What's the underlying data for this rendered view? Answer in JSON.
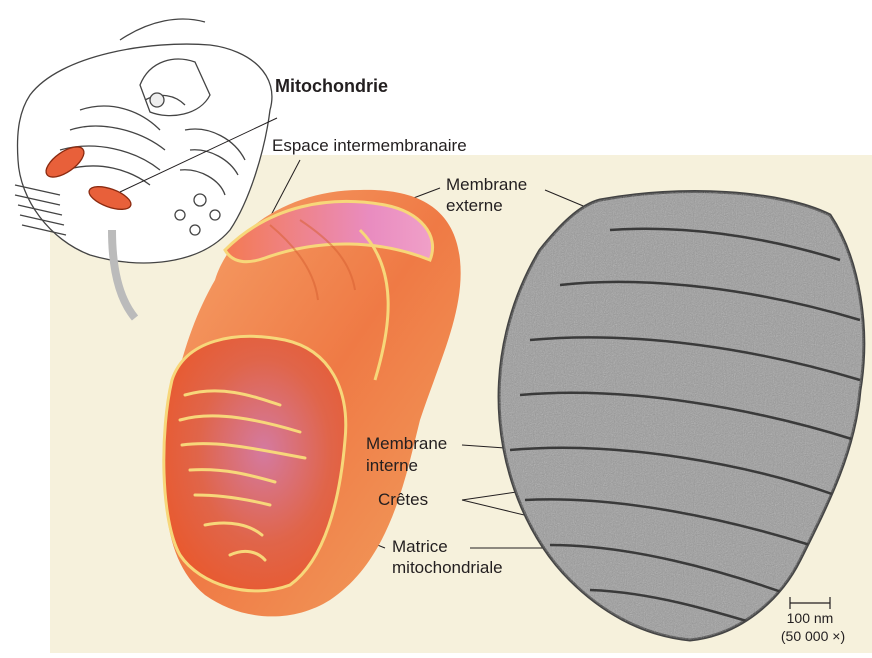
{
  "labels": {
    "mitochondrie": "Mitochondrie",
    "espace": "Espace intermembranaire",
    "membrane_externe_1": "Membrane",
    "membrane_externe_2": "externe",
    "membrane_interne_1": "Membrane",
    "membrane_interne_2": "interne",
    "cretes": "Crêtes",
    "matrice_1": "Matrice",
    "matrice_2": "mitochondriale",
    "scale_1": "100 nm",
    "scale_2": "(50 000 ×)"
  },
  "colors": {
    "background_panel": "#f6f1dc",
    "mito_outer": "#f08a4b",
    "mito_inner": "#e8603a",
    "membrane_line": "#f7d77a",
    "matrix": "#c96a8a",
    "em_gray": "#8a8a8a"
  }
}
